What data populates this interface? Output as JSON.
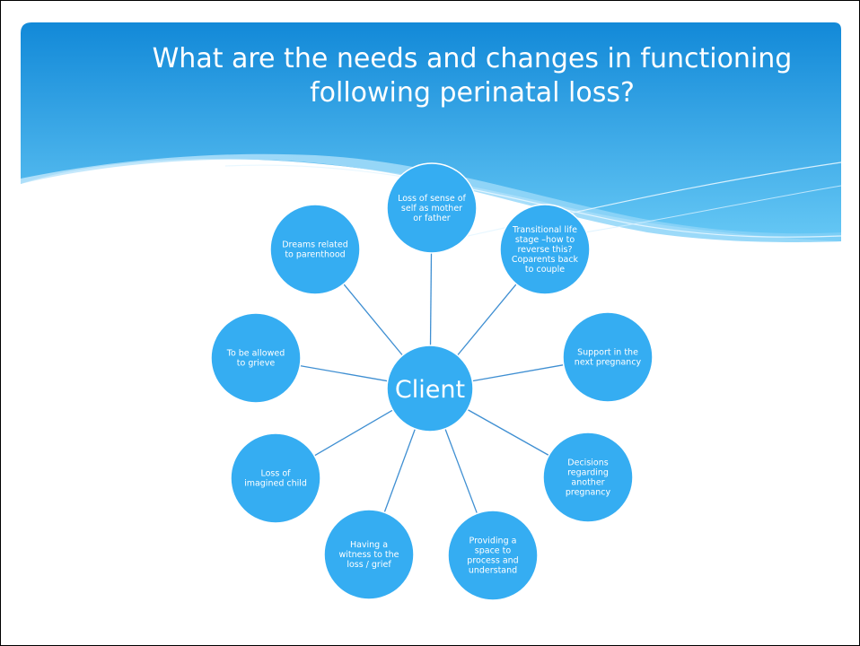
{
  "title": {
    "line1": "What are the needs and changes in functioning",
    "line2": "following perinatal loss?"
  },
  "colors": {
    "header_top": "#1289d8",
    "header_bottom": "#5cc2f3",
    "node_fill": "#35adf2",
    "node_stroke": "#ffffff",
    "connector": "#3f8fd2",
    "text": "#ffffff"
  },
  "diagram": {
    "center": {
      "label": "Client"
    },
    "nodes": [
      {
        "id": "top",
        "lines": [
          "Loss of sense of",
          "self as mother",
          "or father"
        ]
      },
      {
        "id": "upper-right",
        "lines": [
          "Transitional life",
          "stage –how to",
          "reverse this?",
          "Coparents back",
          "to couple"
        ]
      },
      {
        "id": "right",
        "lines": [
          "Support in the",
          "next pregnancy"
        ]
      },
      {
        "id": "lower-right",
        "lines": [
          "Decisions",
          "regarding",
          "another",
          "pregnancy"
        ]
      },
      {
        "id": "bottom-right",
        "lines": [
          "Providing a",
          "space to",
          "process and",
          "understand"
        ]
      },
      {
        "id": "bottom-left",
        "lines": [
          "Having a",
          "witness to the",
          "loss / grief"
        ]
      },
      {
        "id": "lower-left",
        "lines": [
          "Loss of",
          "imagined child"
        ]
      },
      {
        "id": "left",
        "lines": [
          "To be allowed",
          "to grieve"
        ]
      },
      {
        "id": "upper-left",
        "lines": [
          "Dreams related",
          "to parenthood"
        ]
      }
    ]
  }
}
